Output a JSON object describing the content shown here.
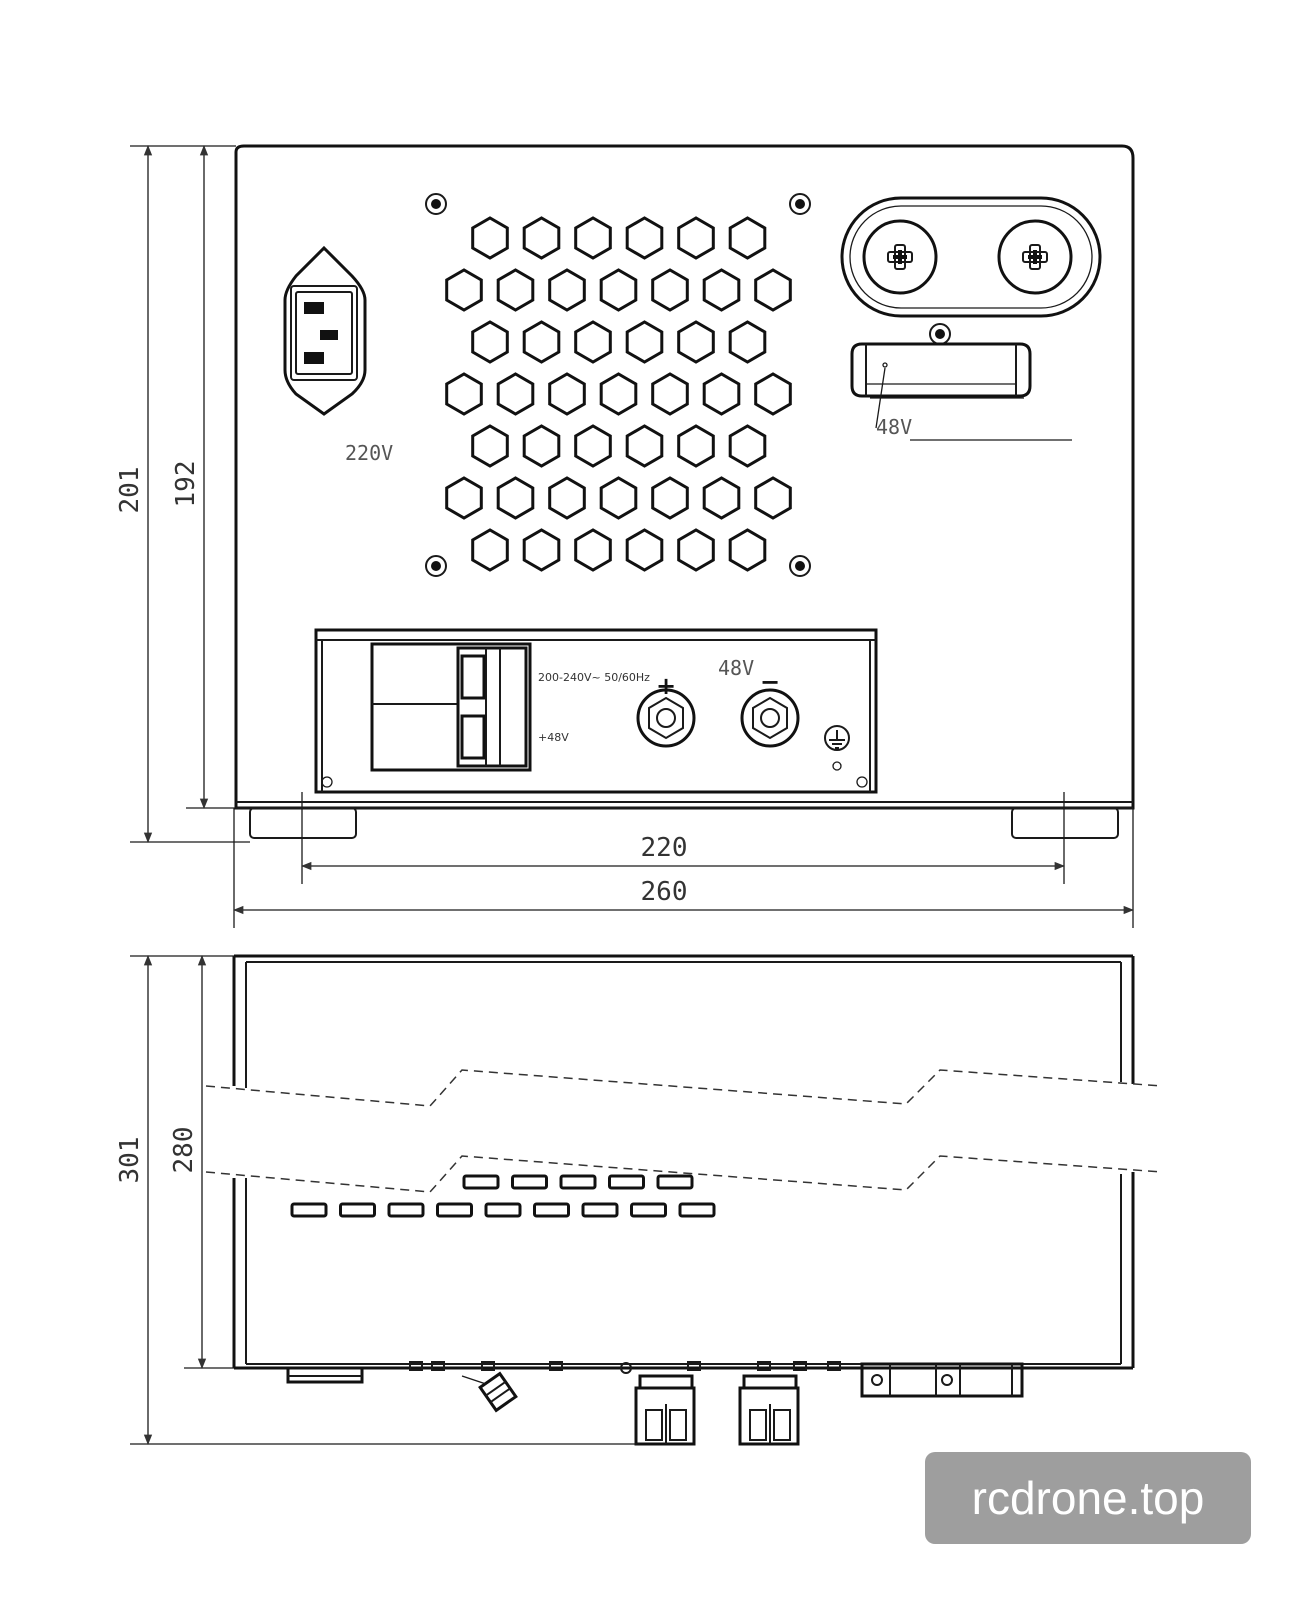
{
  "labels": {
    "ac_input": "220V",
    "dc_output_top": "48V",
    "dc_output_panel": "48V",
    "rating": "200-240V~ 50/60Hz",
    "breaker_note": "+48V",
    "plus": "+",
    "minus": "−"
  },
  "dimensions": {
    "front_height_outer": "201",
    "front_height_inner": "192",
    "front_width_feet": "220",
    "front_width_overall": "260",
    "side_depth_outer": "301",
    "side_depth_inner": "280"
  },
  "watermark": "rcdrone.top"
}
